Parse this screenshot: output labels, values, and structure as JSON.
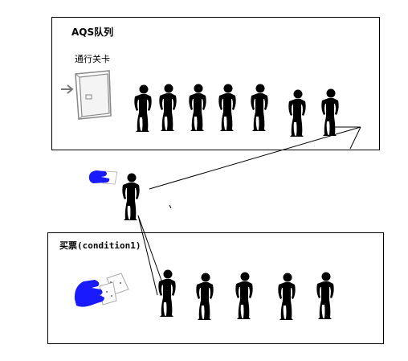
{
  "aqs_panel": {
    "title": "AQS队列",
    "gate_label": "通行关卡"
  },
  "condition_panel": {
    "title": "买票(condition1)"
  },
  "colors": {
    "person": "#000000",
    "hand": "#1a1aff",
    "door": "#888888",
    "arrow": "#777777"
  },
  "icons": {
    "gate": "door-icon",
    "entry_arrow": "arrow-right-icon",
    "hand": "hand-holding-tickets-icon",
    "person": "person-icon"
  },
  "counts": {
    "aqs_queue_people": 7,
    "condition_queue_people": 5,
    "moving_people": 1
  }
}
